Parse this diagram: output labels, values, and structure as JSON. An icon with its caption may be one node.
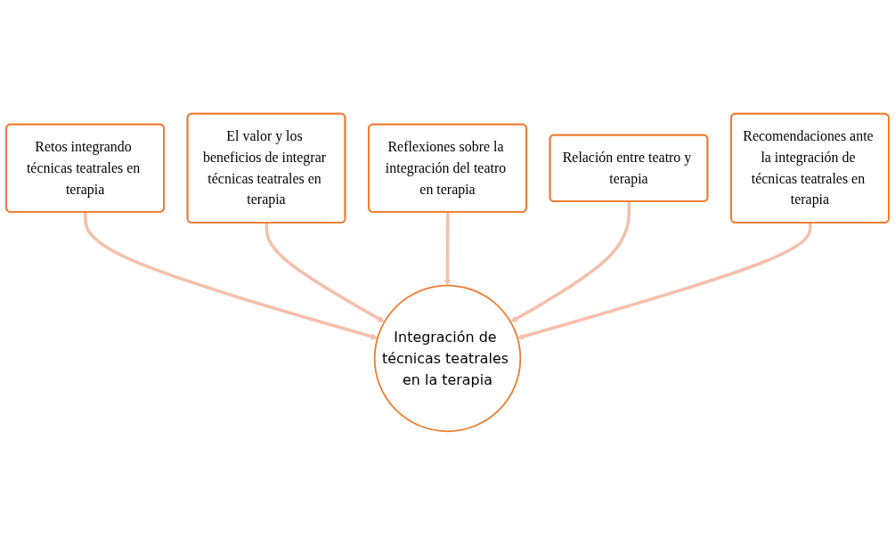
{
  "diagram": {
    "nodes": [
      {
        "text": [
          "Retos integrando técnicas teatrales en terapia"
        ]
      },
      {
        "text": [
          "El valor y los beneficios de integrar técnicas teatrales en terapia"
        ]
      },
      {
        "text": [
          "Reflexiones sobre la integración del teatro en terapia"
        ]
      },
      {
        "text": [
          "Relación entre teatro y terapia"
        ]
      },
      {
        "text": [
          "Integración de técnicas teatrales en la terapia"
        ]
      },
      {
        "text": [
          "Recomendaciones ante la integración de técnicas teatrales en terapia"
        ]
      }
    ],
    "edges": [
      {
        "from": 0,
        "to": 4,
        "arrow": "to"
      },
      {
        "from": 1,
        "to": 4,
        "arrow": "to"
      },
      {
        "from": 2,
        "to": 4,
        "arrow": "to"
      },
      {
        "from": 3,
        "to": 4,
        "arrow": "to"
      },
      {
        "from": 5,
        "to": 4,
        "arrow": "to"
      }
    ]
  }
}
